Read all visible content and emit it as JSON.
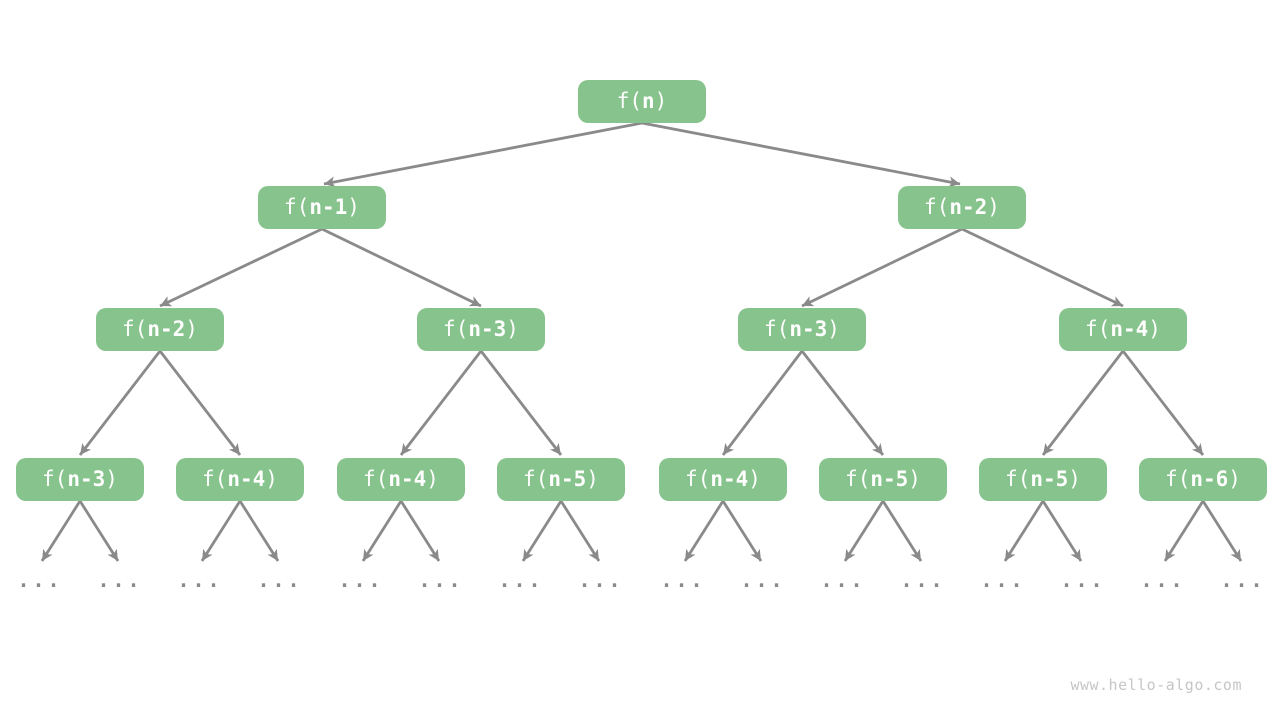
{
  "nodes": {
    "root": {
      "pre": "f(",
      "arg": "n",
      "post": ")"
    },
    "level2": [
      {
        "pre": "f(",
        "arg": "n-1",
        "post": ")"
      },
      {
        "pre": "f(",
        "arg": "n-2",
        "post": ")"
      }
    ],
    "level3": [
      {
        "pre": "f(",
        "arg": "n-2",
        "post": ")"
      },
      {
        "pre": "f(",
        "arg": "n-3",
        "post": ")"
      },
      {
        "pre": "f(",
        "arg": "n-3",
        "post": ")"
      },
      {
        "pre": "f(",
        "arg": "n-4",
        "post": ")"
      }
    ],
    "level4": [
      {
        "pre": "f(",
        "arg": "n-3",
        "post": ")"
      },
      {
        "pre": "f(",
        "arg": "n-4",
        "post": ")"
      },
      {
        "pre": "f(",
        "arg": "n-4",
        "post": ")"
      },
      {
        "pre": "f(",
        "arg": "n-5",
        "post": ")"
      },
      {
        "pre": "f(",
        "arg": "n-4",
        "post": ")"
      },
      {
        "pre": "f(",
        "arg": "n-5",
        "post": ")"
      },
      {
        "pre": "f(",
        "arg": "n-5",
        "post": ")"
      },
      {
        "pre": "f(",
        "arg": "n-6",
        "post": ")"
      }
    ]
  },
  "ellipsis": "...",
  "watermark": "www.hello-algo.com",
  "colors": {
    "node_fill": "#87C38C",
    "node_text": "#FFFFFF",
    "arrow": "#8A8A8A",
    "watermark_text": "#C6C6C6"
  }
}
